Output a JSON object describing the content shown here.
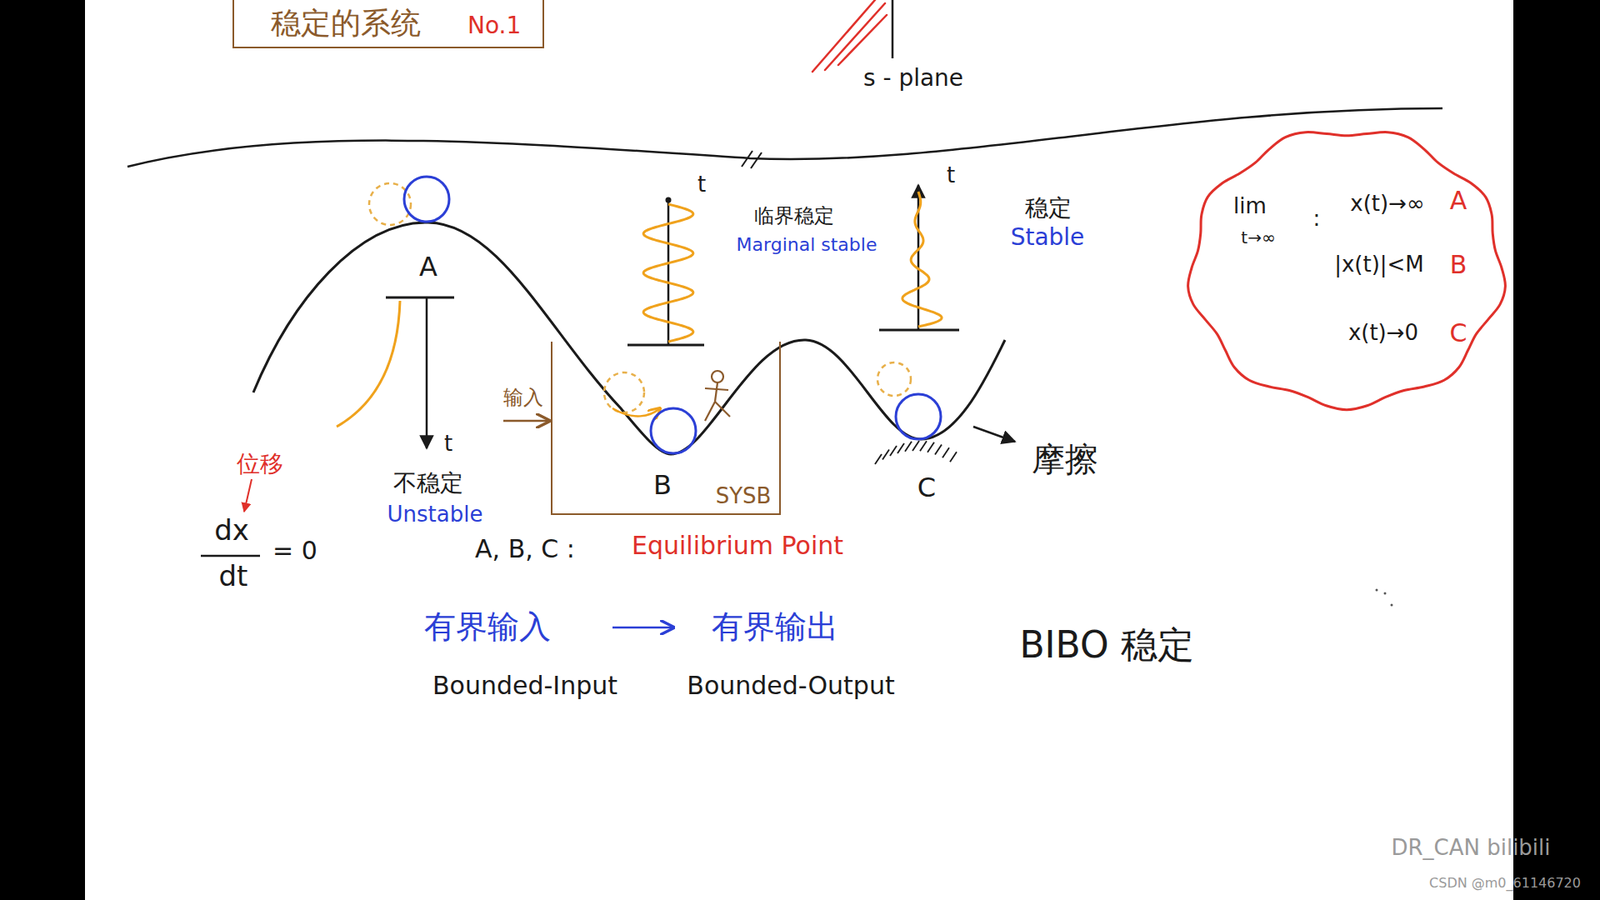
{
  "diagram": {
    "nodes": [
      {
        "text": [
          "稳定的系统",
          "No.1"
        ]
      },
      {
        "text": [
          "B",
          "SYSB"
        ]
      },
      {
        "text": [
          "lim",
          "t→∞",
          ":",
          "x(t)→∞",
          "A",
          "|x(t)|<M",
          "B",
          "x(t)→0",
          "C"
        ]
      }
    ],
    "labels": [
      "s - plane",
      "A",
      "t",
      "不稳定",
      "Unstable",
      "输入",
      "t",
      "临界稳定",
      "Marginal stable",
      "t",
      "稳定",
      "Stable",
      "C",
      "摩擦",
      "位移",
      "dx",
      "dt",
      "= 0",
      "A, B, C :",
      "Equilibrium Point",
      "有界输入",
      "有界输出",
      "Bounded-Input",
      "Bounded-Output",
      "BIBO 稳定",
      "DR_CAN bilibili",
      "CSDN @m0_61146720"
    ]
  }
}
